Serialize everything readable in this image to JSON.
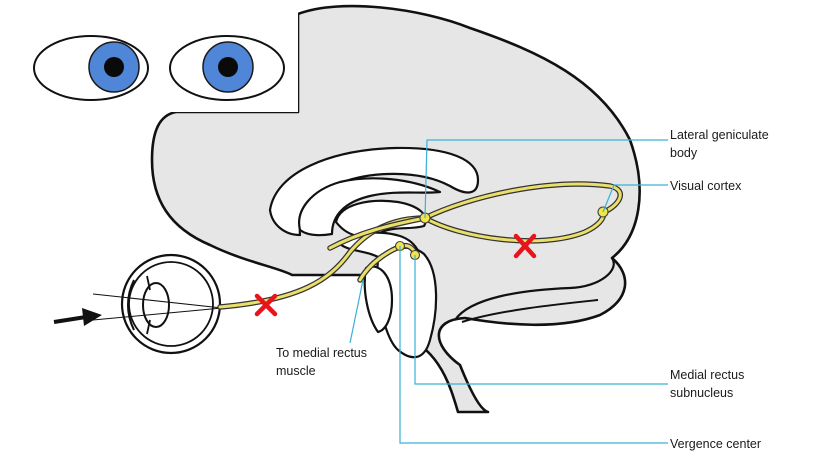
{
  "labels": {
    "lateral_geniculate_line1": "Lateral geniculate",
    "lateral_geniculate_line2": "body",
    "visual_cortex": "Visual cortex",
    "medial_rectus_line1": "To medial rectus",
    "medial_rectus_line2": "muscle",
    "subnucleus_line1": "Medial rectus",
    "subnucleus_line2": "subnucleus",
    "vergence_center": "Vergence center"
  },
  "colors": {
    "brain_fill": "#e6e6e6",
    "optic_pathway": "#e9df6a",
    "leader_lines": "#3ab0d8",
    "lesion_marks": "#e8141c",
    "iris": "#4f86d8"
  },
  "icons": {
    "eyes": "two-frontal-eyes-icon",
    "arrow": "light-direction-arrow-icon",
    "lesion": "red-x-icon"
  }
}
